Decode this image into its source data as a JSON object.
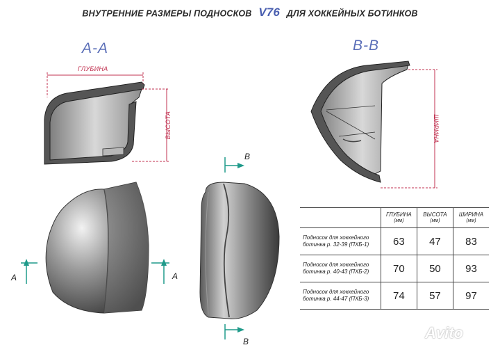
{
  "header": {
    "title_left": "ВНУТРЕННИЕ РАЗМЕРЫ ПОДНОСКОВ",
    "logo": "V76",
    "title_right": "ДЛЯ ХОККЕЙНЫХ БОТИНКОВ"
  },
  "sections": {
    "aa": "А-А",
    "bb": "В-В"
  },
  "dims": {
    "depth": "ГЛУБИНА",
    "height": "ВЫСОТА",
    "width": "ШИРИНА"
  },
  "cut_markers": {
    "a_left": "А",
    "a_right": "А",
    "b_top": "В",
    "b_bottom": "В"
  },
  "table": {
    "headers": [
      {
        "name": "ГЛУБИНА",
        "unit": "(мм)"
      },
      {
        "name": "ВЫСОТА",
        "unit": "(мм)"
      },
      {
        "name": "ШИРИНА",
        "unit": "(мм)"
      }
    ],
    "rows": [
      {
        "line1": "Подносок для хоккейного",
        "line2": "ботинка р. 32-39 (ПХБ-1)",
        "depth": "63",
        "height": "47",
        "width": "83"
      },
      {
        "line1": "Подносок для хоккейного",
        "line2": "ботинка р. 40-43 (ПХБ-2)",
        "depth": "70",
        "height": "50",
        "width": "93"
      },
      {
        "line1": "Подносок для хоккейного",
        "line2": "ботинка р. 44-47 (ПХБ-3)",
        "depth": "74",
        "height": "57",
        "width": "97"
      }
    ]
  },
  "watermark": "Avito",
  "colors": {
    "accent": "#5b6fb8",
    "dimension": "#c0304f",
    "marker": "#1f9a8a",
    "part_dark": "#3c3c3c",
    "part_light": "#d6d6d6"
  }
}
